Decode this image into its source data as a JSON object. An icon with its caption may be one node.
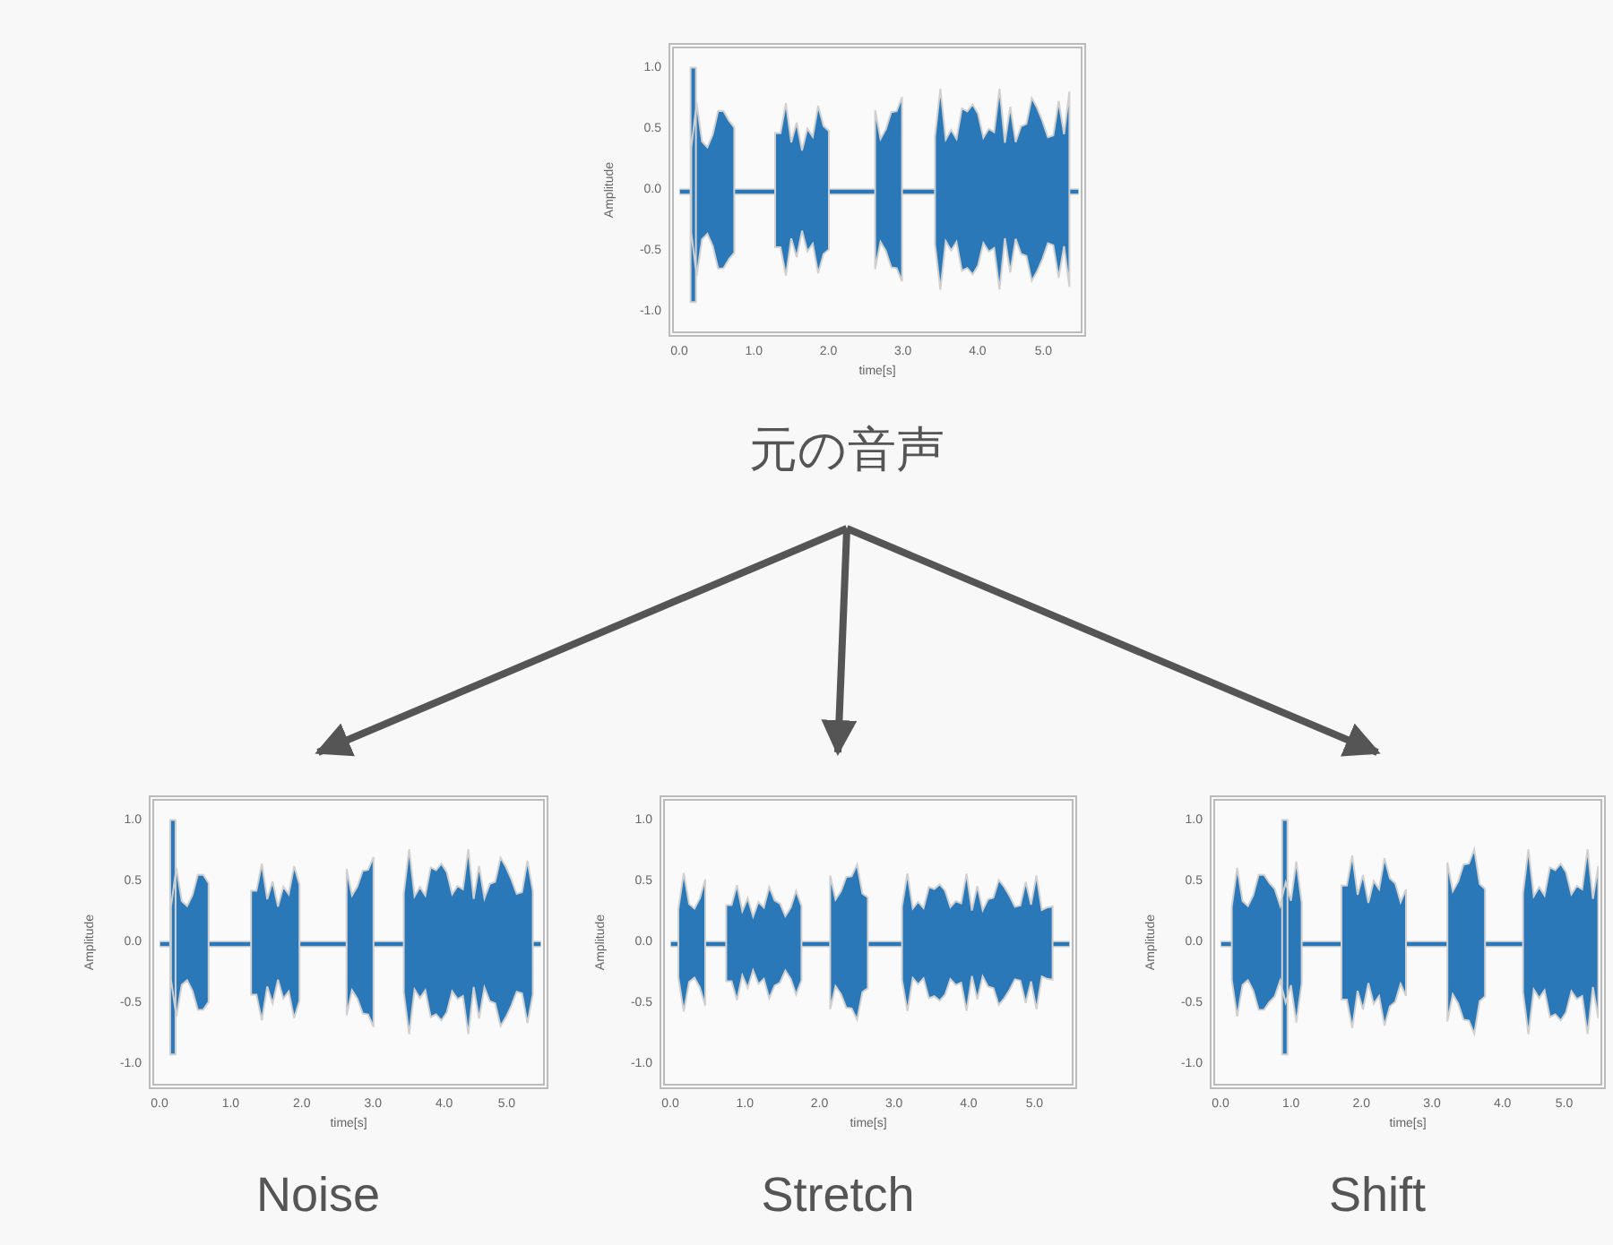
{
  "diagram": {
    "nodes": [
      {
        "text": [
          "元の音声"
        ]
      },
      {
        "text": [
          "Noise"
        ]
      },
      {
        "text": [
          "Stretch"
        ]
      },
      {
        "text": [
          "Shift"
        ]
      }
    ],
    "edges": [
      {
        "from": 0,
        "to": 1,
        "arrow": "to"
      },
      {
        "from": 0,
        "to": 2,
        "arrow": "to"
      },
      {
        "from": 0,
        "to": 3,
        "arrow": "to"
      }
    ],
    "labels": [
      "1.0",
      "0.5",
      "0.0",
      "-0.5",
      "-1.0",
      "Amplitude",
      "0.0",
      "1.0",
      "2.0",
      "3.0",
      "4.0",
      "5.0",
      "time[s]",
      "1.0",
      "0.5",
      "0.0",
      "-0.5",
      "-1.0",
      "Amplitude",
      "0.0",
      "1.0",
      "2.0",
      "3.0",
      "4.0",
      "5.0",
      "time[s]",
      "1.0",
      "0.5",
      "0.0",
      "-0.5",
      "-1.0",
      "Amplitude",
      "0.0",
      "1.0",
      "2.0",
      "3.0",
      "4.0",
      "5.0",
      "time[s]",
      "1.0",
      "0.5",
      "0.0",
      "-0.5",
      "-1.0",
      "Amplitude",
      "0.0",
      "1.0",
      "2.0",
      "3.0",
      "4.0",
      "5.0",
      "time[s]"
    ]
  }
}
